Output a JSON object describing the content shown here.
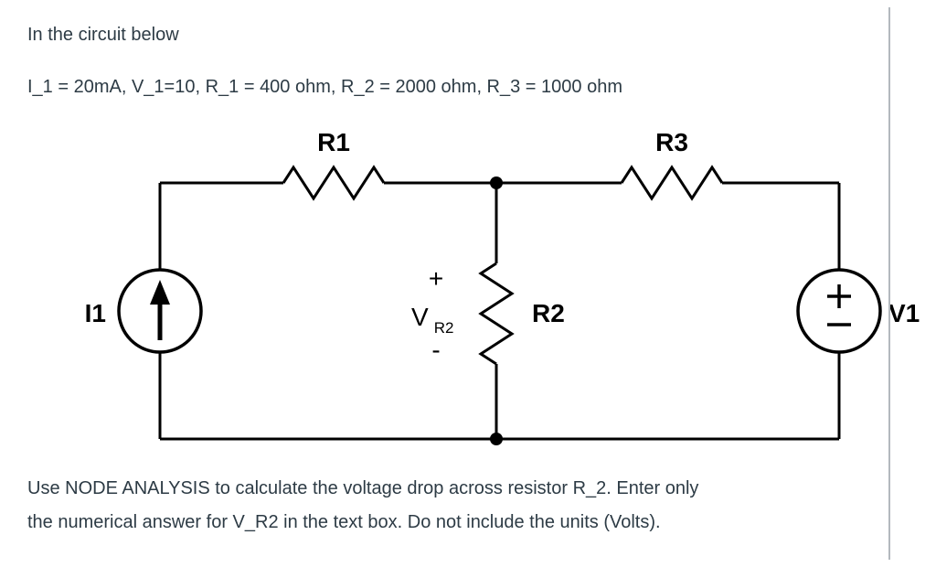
{
  "question": {
    "intro": "In the circuit below",
    "given": "I_1 = 20mA, V_1=10, R_1 = 400 ohm, R_2 = 2000 ohm, R_3 = 1000 ohm",
    "instructions_lines": [
      "Use NODE ANALYSIS to calculate the voltage drop across resistor R_2. Enter only",
      "the numerical answer for V_R2 in the text box. Do not include the units (Volts)."
    ]
  },
  "circuit": {
    "labels": {
      "r1": "R1",
      "r2": "R2",
      "r3": "R3",
      "i1": "I1",
      "v1": "V1",
      "vr2_plus": "+",
      "vr2_symbol": "V",
      "vr2_subscript": "R2",
      "vr2_minus": "-"
    },
    "components": [
      {
        "name": "I1",
        "type": "current-source",
        "value": "20mA",
        "position": "left-branch",
        "direction": "up"
      },
      {
        "name": "R1",
        "type": "resistor",
        "value": "400 ohm",
        "position": "top-left"
      },
      {
        "name": "R2",
        "type": "resistor",
        "value": "2000 ohm",
        "position": "middle-branch"
      },
      {
        "name": "R3",
        "type": "resistor",
        "value": "1000 ohm",
        "position": "top-right"
      },
      {
        "name": "V1",
        "type": "voltage-source",
        "value": "10",
        "position": "right-branch"
      }
    ]
  }
}
